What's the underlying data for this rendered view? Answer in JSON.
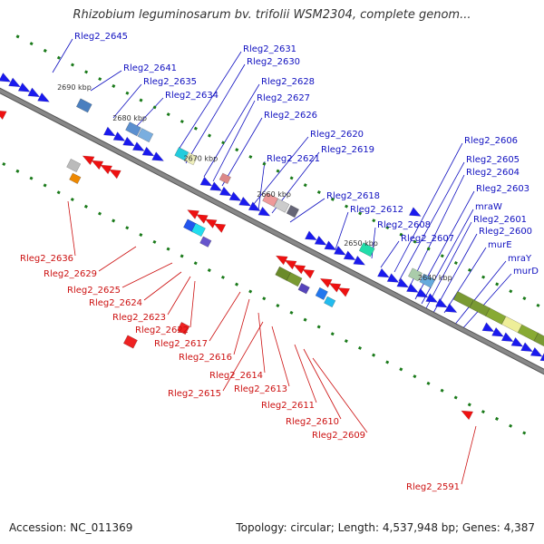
{
  "title": "Rhizobium leguminosarum bv. trifolii WSM2304, complete genom...",
  "footer": {
    "accession": "Accession: NC_011369",
    "summary": "Topology: circular; Length: 4,537,948 bp; Genes: 4,387"
  },
  "colors": {
    "forward_label": "#1010c0",
    "reverse_label": "#cc1010",
    "forward_gene": "#1a1aee",
    "reverse_gene": "#ee1111",
    "backbone": "#888888",
    "tick_dot": "#1a7a1a"
  },
  "ticks": [
    "2690 kbp",
    "2680 kbp",
    "2670 kbp",
    "2660 kbp",
    "2650 kbp",
    "2640 kbp"
  ],
  "forward_labels": [
    "Rleg2_2645",
    "Rleg2_2641",
    "Rleg2_2635",
    "Rleg2_2634",
    "Rleg2_2631",
    "Rleg2_2630",
    "Rleg2_2628",
    "Rleg2_2627",
    "Rleg2_2626",
    "Rleg2_2620",
    "Rleg2_2621",
    "Rleg2_2619",
    "Rleg2_2618",
    "Rleg2_2612",
    "Rleg2_2608",
    "Rleg2_2607",
    "Rleg2_2606",
    "Rleg2_2605",
    "Rleg2_2604",
    "Rleg2_2603",
    "mraW",
    "Rleg2_2601",
    "Rleg2_2600",
    "murE",
    "mraY",
    "murD"
  ],
  "reverse_labels": [
    "Rleg2_2636",
    "Rleg2_2629",
    "Rleg2_2625",
    "Rleg2_2624",
    "Rleg2_2623",
    "Rleg2_2622",
    "Rleg2_2617",
    "Rleg2_2616",
    "Rleg2_2614",
    "Rleg2_2615",
    "Rleg2_2613",
    "Rleg2_2611",
    "Rleg2_2610",
    "Rleg2_2609",
    "Rleg2_2591"
  ]
}
